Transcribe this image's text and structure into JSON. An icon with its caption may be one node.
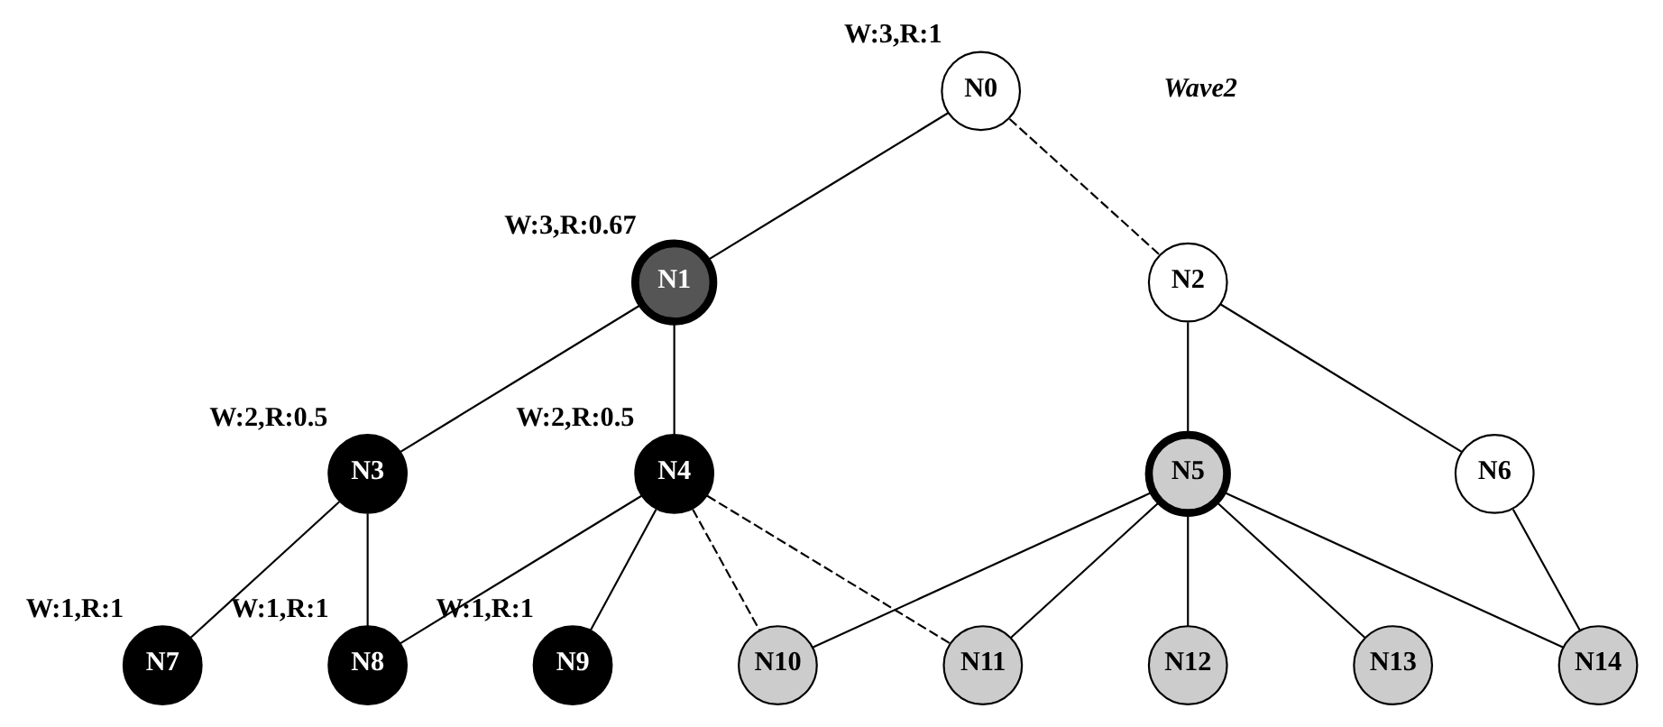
{
  "diagram": {
    "nodes": [
      {
        "text": [
          "N0"
        ],
        "beside": [
          "W:3,R:1"
        ]
      },
      {
        "text": [
          "N1"
        ],
        "beside": [
          "W:3,R:0.67"
        ]
      },
      {
        "text": [
          "N2"
        ]
      },
      {
        "text": [
          "N3"
        ],
        "beside": [
          "W:2,R:0.5"
        ]
      },
      {
        "text": [
          "N4"
        ],
        "beside": [
          "W:2,R:0.5"
        ]
      },
      {
        "text": [
          "N5"
        ]
      },
      {
        "text": [
          "N6"
        ]
      },
      {
        "text": [
          "N7"
        ],
        "beside": [
          "W:1,R:1"
        ]
      },
      {
        "text": [
          "N8"
        ],
        "beside": [
          "W:1,R:1"
        ]
      },
      {
        "text": [
          "N9"
        ],
        "beside": [
          "W:1,R:1"
        ]
      },
      {
        "text": [
          "N10"
        ]
      },
      {
        "text": [
          "N11"
        ]
      },
      {
        "text": [
          "N12"
        ]
      },
      {
        "text": [
          "N13"
        ]
      },
      {
        "text": [
          "N14"
        ]
      }
    ],
    "edges": [
      {
        "from": 0,
        "to": 1,
        "arrow": "none"
      },
      {
        "from": 0,
        "to": 2,
        "arrow": "none",
        "style": "dashed"
      },
      {
        "from": 1,
        "to": 3,
        "arrow": "none"
      },
      {
        "from": 1,
        "to": 4,
        "arrow": "none"
      },
      {
        "from": 2,
        "to": 5,
        "arrow": "none"
      },
      {
        "from": 2,
        "to": 6,
        "arrow": "none"
      },
      {
        "from": 3,
        "to": 7,
        "arrow": "none"
      },
      {
        "from": 3,
        "to": 8,
        "arrow": "none"
      },
      {
        "from": 4,
        "to": 8,
        "arrow": "none"
      },
      {
        "from": 4,
        "to": 9,
        "arrow": "none"
      },
      {
        "from": 4,
        "to": 10,
        "arrow": "none",
        "style": "dashed"
      },
      {
        "from": 4,
        "to": 11,
        "arrow": "none",
        "style": "dashed"
      },
      {
        "from": 5,
        "to": 10,
        "arrow": "none"
      },
      {
        "from": 5,
        "to": 11,
        "arrow": "none"
      },
      {
        "from": 5,
        "to": 12,
        "arrow": "none"
      },
      {
        "from": 5,
        "to": 13,
        "arrow": "none"
      },
      {
        "from": 5,
        "to": 14,
        "arrow": "none"
      },
      {
        "from": 6,
        "to": 14,
        "arrow": "none"
      }
    ],
    "labels": [
      "Wave2"
    ]
  }
}
